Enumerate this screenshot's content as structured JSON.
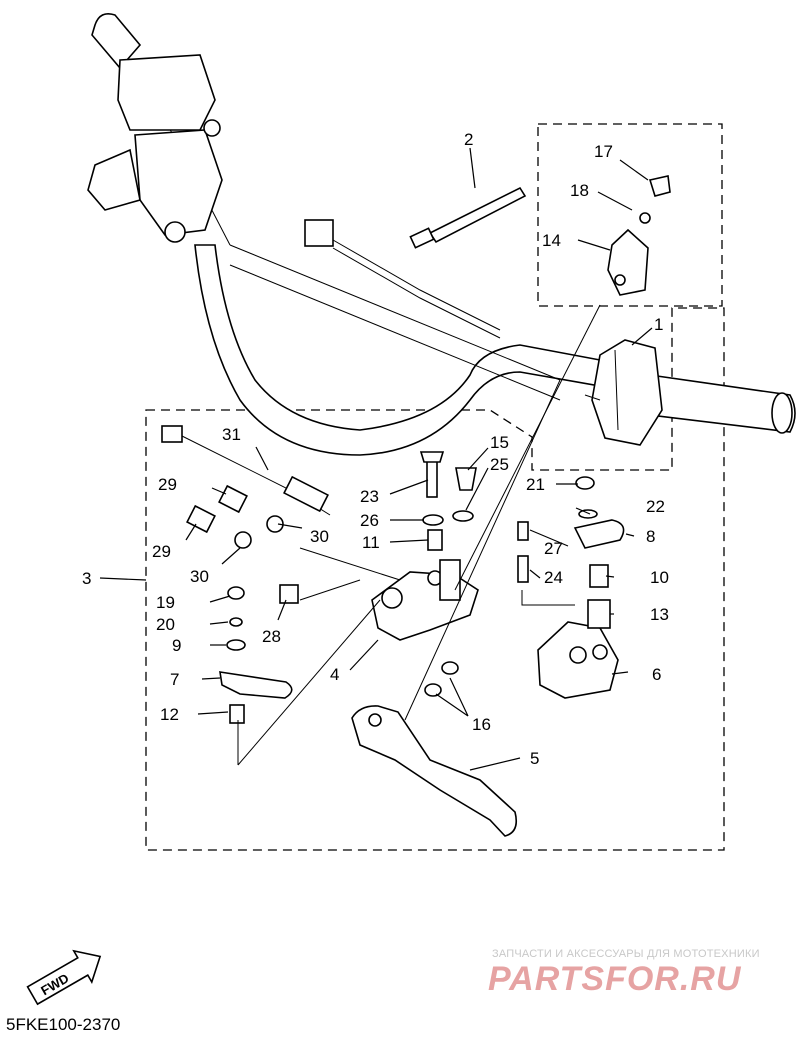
{
  "callouts": [
    "1",
    "2",
    "3",
    "4",
    "5",
    "6",
    "7",
    "8",
    "9",
    "10",
    "11",
    "12",
    "13",
    "14",
    "15",
    "16",
    "17",
    "18",
    "19",
    "20",
    "21",
    "22",
    "23",
    "24",
    "25",
    "26",
    "27",
    "28",
    "29",
    "29",
    "30",
    "30",
    "31"
  ],
  "fwd_label": "FWD",
  "diagram_code": "5FKE100-2370",
  "watermark": {
    "subtitle": "ЗАПЧАСТИ И АКСЕССУАРЫ ДЛЯ МОТОТЕХНИКИ",
    "brand": "PARTSFOR.RU"
  }
}
